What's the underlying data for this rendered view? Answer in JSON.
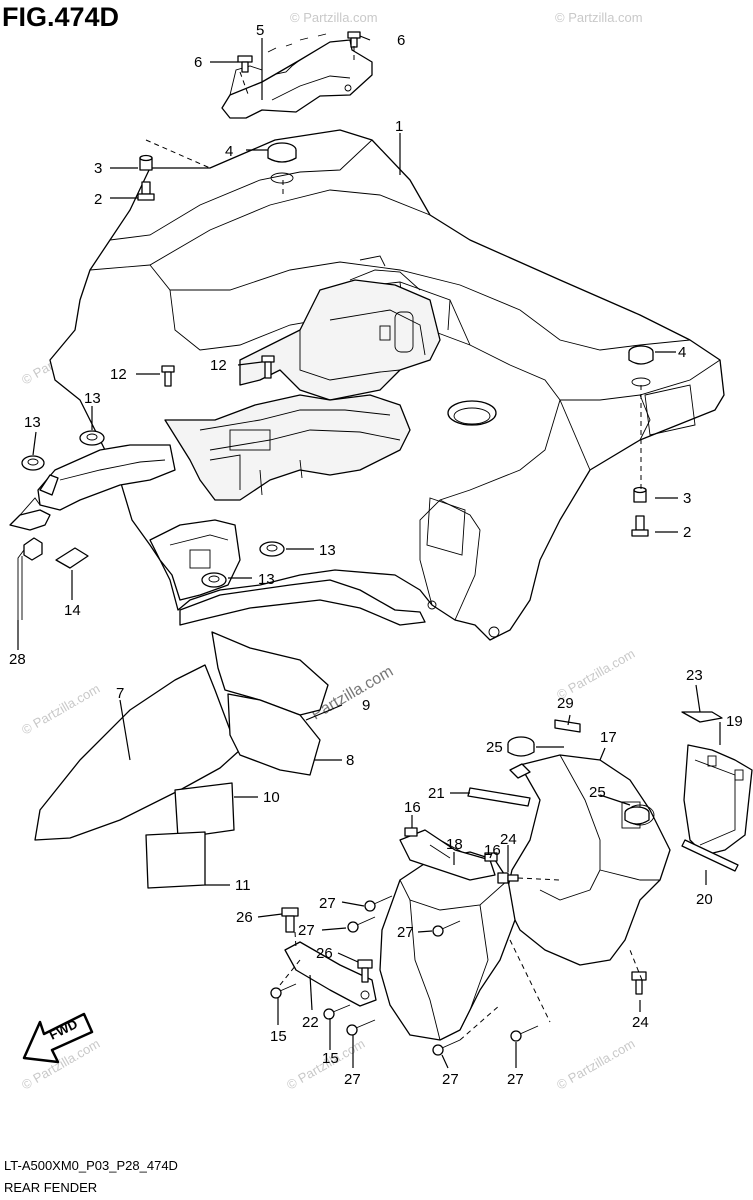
{
  "figure": {
    "title": "FIG.474D",
    "code": "LT-A500XM0_P03_P28_474D",
    "name": "REAR FENDER",
    "fwd_label": "FWD",
    "watermark": "© Partzilla.com",
    "watermark_center": "Partzilla.com"
  },
  "callouts": [
    "1",
    "2",
    "2",
    "3",
    "3",
    "4",
    "4",
    "5",
    "6",
    "6",
    "7",
    "8",
    "9",
    "10",
    "11",
    "12",
    "12",
    "13",
    "13",
    "13",
    "13",
    "14",
    "15",
    "15",
    "16",
    "16",
    "17",
    "18",
    "19",
    "20",
    "21",
    "22",
    "23",
    "24",
    "24",
    "25",
    "25",
    "26",
    "26",
    "27",
    "27",
    "27",
    "27",
    "27",
    "27",
    "28",
    "29"
  ]
}
